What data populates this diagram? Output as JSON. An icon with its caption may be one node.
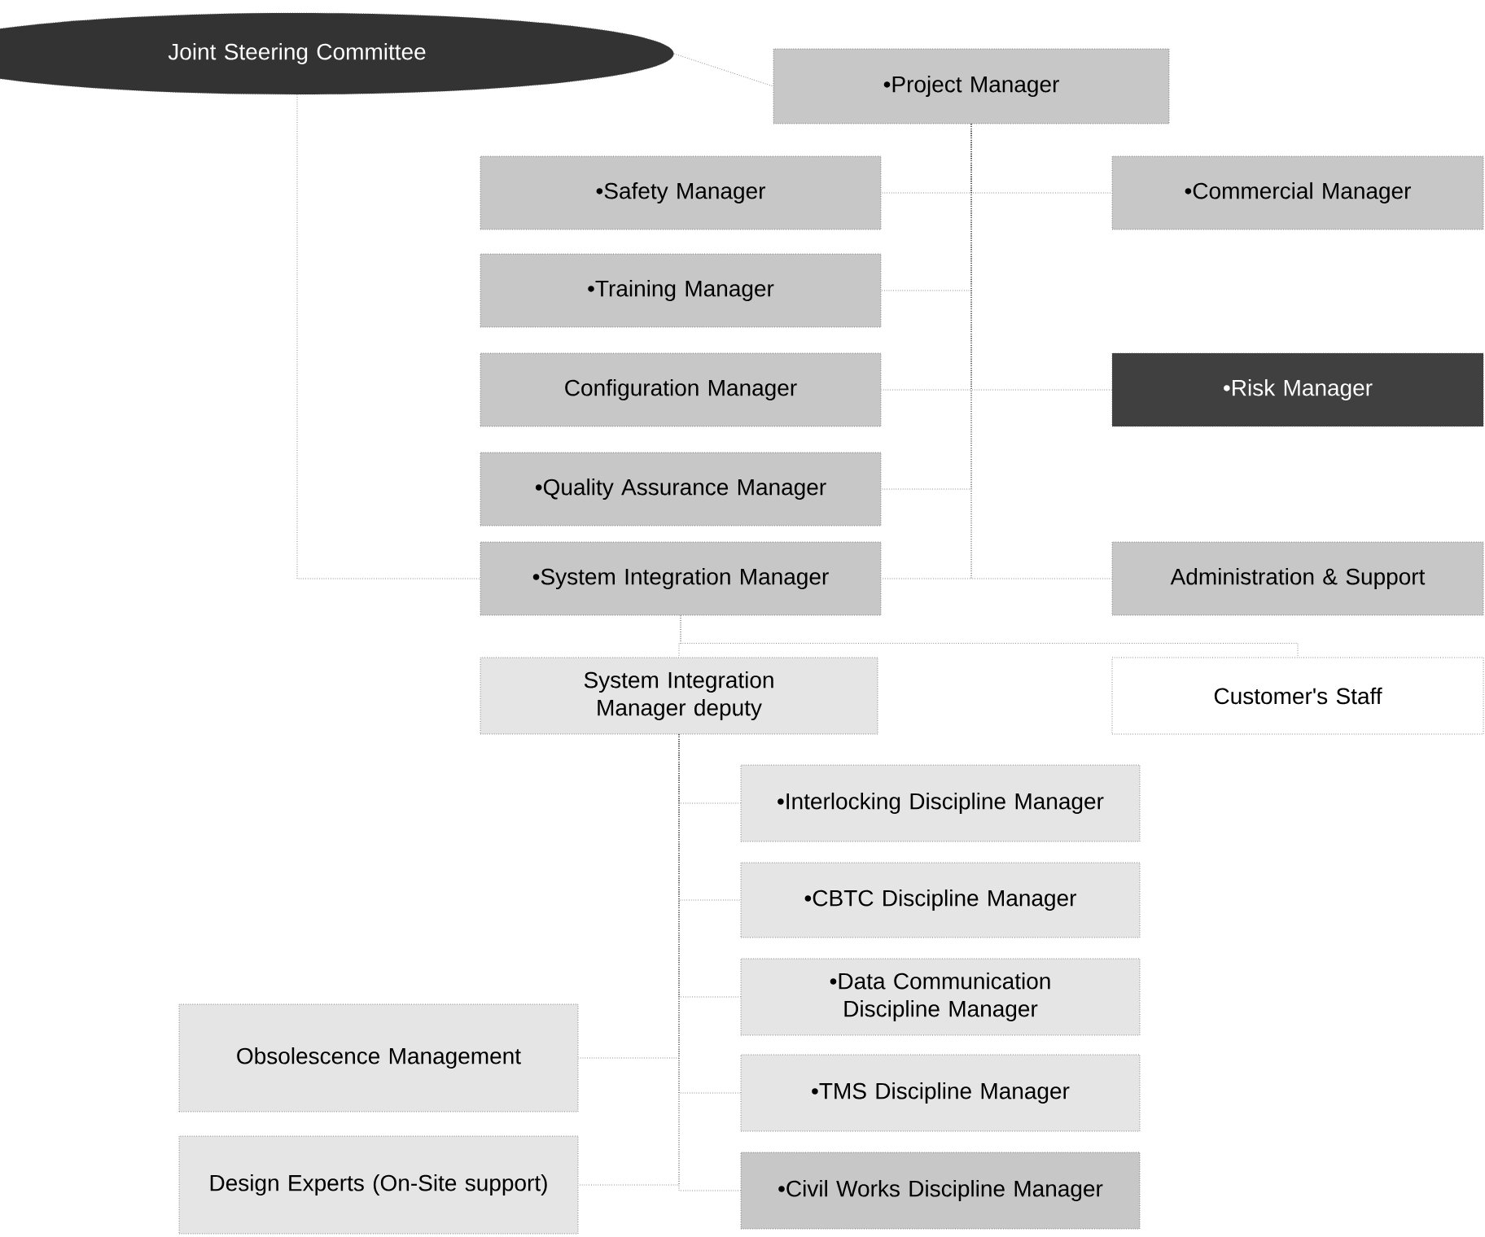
{
  "diagram": {
    "nodes": [
      {
        "text": [
          "Joint Steering Committee"
        ]
      },
      {
        "text": [
          "•Project Manager"
        ]
      },
      {
        "text": [
          "•Safety Manager"
        ]
      },
      {
        "text": [
          "•Commercial Manager"
        ]
      },
      {
        "text": [
          "•Training Manager"
        ]
      },
      {
        "text": [
          "Configuration Manager"
        ]
      },
      {
        "text": [
          "•Risk Manager"
        ]
      },
      {
        "text": [
          "•Quality Assurance Manager"
        ]
      },
      {
        "text": [
          "•System Integration Manager"
        ]
      },
      {
        "text": [
          "Administration & Support"
        ]
      },
      {
        "text": [
          "System Integration Manager deputy"
        ]
      },
      {
        "text": [
          "Customer's Staff"
        ]
      },
      {
        "text": [
          "•Interlocking Discipline Manager"
        ]
      },
      {
        "text": [
          "•CBTC Discipline Manager"
        ]
      },
      {
        "text": [
          "•Data Communication Discipline Manager"
        ]
      },
      {
        "text": [
          "Obsolescence Management"
        ]
      },
      {
        "text": [
          "•TMS Discipline Manager"
        ]
      },
      {
        "text": [
          "Design Experts (On-Site support)"
        ]
      },
      {
        "text": [
          "•Civil Works Discipline Manager"
        ]
      }
    ],
    "edges": [
      {
        "from": 0,
        "to": 1,
        "arrow": "none"
      },
      {
        "from": 0,
        "to": 8,
        "arrow": "none"
      },
      {
        "from": 1,
        "to": 2,
        "arrow": "none"
      },
      {
        "from": 1,
        "to": 3,
        "arrow": "none"
      },
      {
        "from": 1,
        "to": 4,
        "arrow": "none"
      },
      {
        "from": 1,
        "to": 5,
        "arrow": "none"
      },
      {
        "from": 1,
        "to": 6,
        "arrow": "none"
      },
      {
        "from": 1,
        "to": 7,
        "arrow": "none"
      },
      {
        "from": 1,
        "to": 8,
        "arrow": "none"
      },
      {
        "from": 1,
        "to": 9,
        "arrow": "none"
      },
      {
        "from": 8,
        "to": 10,
        "arrow": "none"
      },
      {
        "from": 8,
        "to": 11,
        "arrow": "none"
      },
      {
        "from": 10,
        "to": 12,
        "arrow": "none"
      },
      {
        "from": 10,
        "to": 13,
        "arrow": "none"
      },
      {
        "from": 10,
        "to": 14,
        "arrow": "none"
      },
      {
        "from": 10,
        "to": 15,
        "arrow": "none"
      },
      {
        "from": 10,
        "to": 16,
        "arrow": "none"
      },
      {
        "from": 10,
        "to": 17,
        "arrow": "none"
      },
      {
        "from": 10,
        "to": 18,
        "arrow": "none"
      }
    ]
  }
}
